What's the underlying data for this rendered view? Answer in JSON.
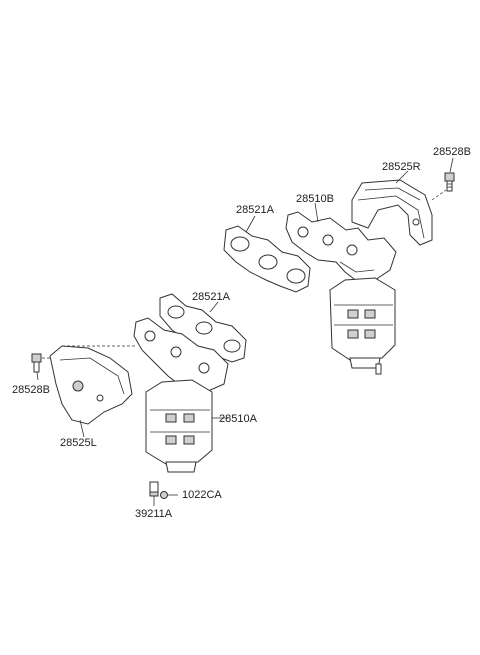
{
  "labels": {
    "p28528B_top": "28528B",
    "p28525R": "28525R",
    "p28510B": "28510B",
    "p28521A_top": "28521A",
    "p28521A_mid": "28521A",
    "p28528B_left": "28528B",
    "p28510A": "28510A",
    "p28525L": "28525L",
    "p1022CA": "1022CA",
    "p39211A": "39211A"
  }
}
